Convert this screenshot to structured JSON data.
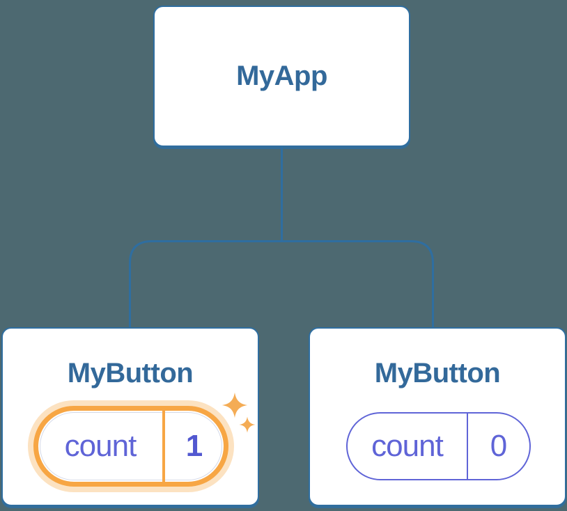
{
  "diagram": {
    "description": "React component tree showing state update",
    "tree": {
      "root": {
        "label": "MyApp"
      },
      "children": [
        {
          "label": "MyButton",
          "state": {
            "name": "count",
            "value": "1"
          },
          "highlighted": true
        },
        {
          "label": "MyButton",
          "state": {
            "name": "count",
            "value": "0"
          },
          "highlighted": false
        }
      ]
    },
    "icons": {
      "sparkle_large": "sparkle-icon",
      "sparkle_small": "sparkle-icon"
    },
    "colors": {
      "background": "#4D6971",
      "card_border": "#2F6EA0",
      "connector": "#2F6EA0",
      "title_text": "#33699A",
      "state_text": "#5F64D7",
      "highlight_orange": "#F7A644",
      "highlight_glow": "rgba(247,166,68,0.33)",
      "sparkle": "#F4AC55"
    }
  }
}
